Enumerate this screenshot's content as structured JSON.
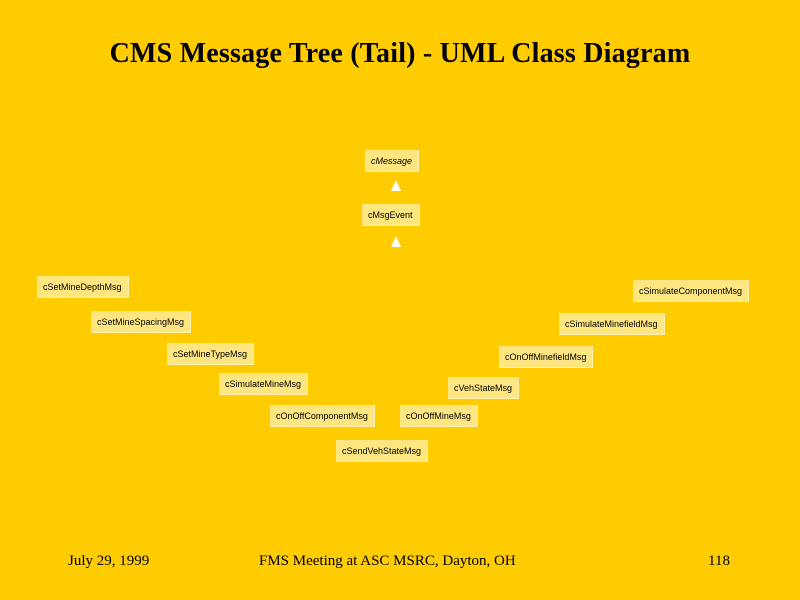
{
  "slide": {
    "title": "CMS Message Tree (Tail)  - UML Class Diagram"
  },
  "diagram": {
    "root_class": "cMessage",
    "parent_class": "cMsgEvent",
    "subclasses": {
      "set_mine_depth": "cSetMineDepthMsg",
      "set_mine_spacing": "cSetMineSpacingMsg",
      "set_mine_type": "cSetMineTypeMsg",
      "simulate_mine": "cSimulateMineMsg",
      "on_off_component": "cOnOffComponentMsg",
      "send_veh_state": "cSendVehStateMsg",
      "on_off_mine": "cOnOffMineMsg",
      "veh_state": "cVehStateMsg",
      "on_off_minefield": "cOnOffMinefieldMsg",
      "simulate_minefield": "cSimulateMinefieldMsg",
      "simulate_component": "cSimulateComponentMsg"
    }
  },
  "footer": {
    "date": "July 29,  1999",
    "event": "FMS Meeting at ASC MSRC, Dayton, OH",
    "page_number": "118"
  }
}
